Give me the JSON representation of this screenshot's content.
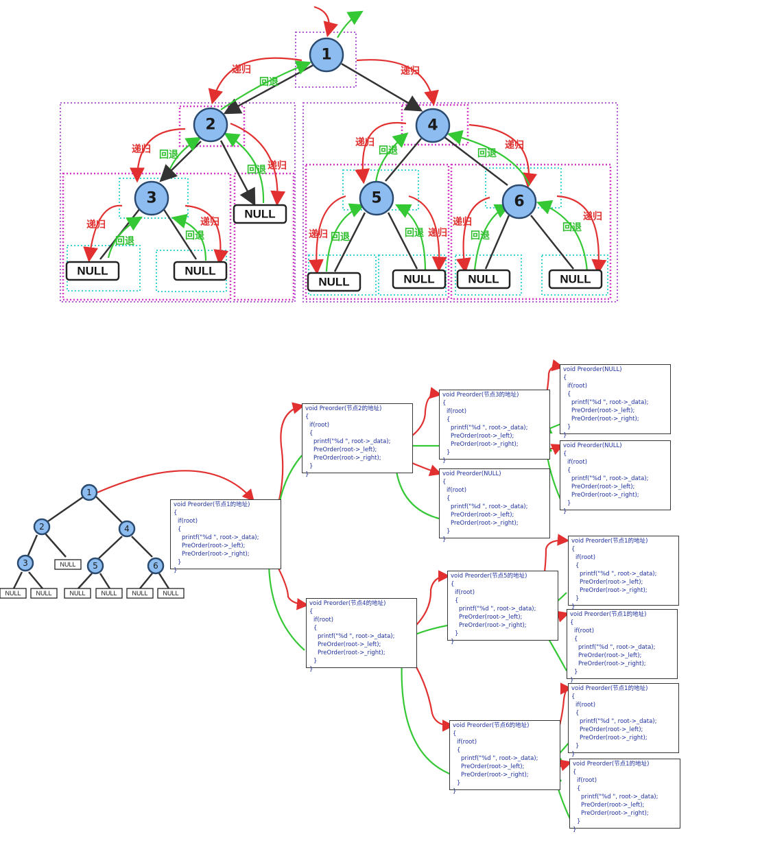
{
  "labels": {
    "recurse": "递归",
    "backtrack": "回退"
  },
  "top_tree": {
    "nodes": [
      "1",
      "2",
      "3",
      "4",
      "5",
      "6"
    ],
    "null_label": "NULL"
  },
  "small_tree": {
    "nodes": [
      "1",
      "2",
      "3",
      "4",
      "5",
      "6"
    ],
    "null_label": "NULL"
  },
  "code": {
    "body_if": "if(root)",
    "open": "{",
    "close": "}",
    "printf": "printf(\"%d \", root->_data);",
    "left": "PreOrder(root->_left);",
    "right": "PreOrder(root->_right);",
    "right_alt": "PreOrder(root->_right);",
    "headers": {
      "n1": "void Preorder(节点1的地址)",
      "n2": "void Preorder(节点2的地址)",
      "n3": "void Preorder(节点3的地址)",
      "n4": "void Preorder(节点4的地址)",
      "n5": "void Preorder(节点5的地址)",
      "n6": "void Preorder(节点6的地址)",
      "null": "void Preorder(NULL)",
      "n1b": "void Preorder(节点1的地址)"
    }
  },
  "colors": {
    "node_fill": "#8dbdf0",
    "recurse": "#e23030",
    "backtrack": "#35c835",
    "code_text": "#1c2e9c"
  }
}
